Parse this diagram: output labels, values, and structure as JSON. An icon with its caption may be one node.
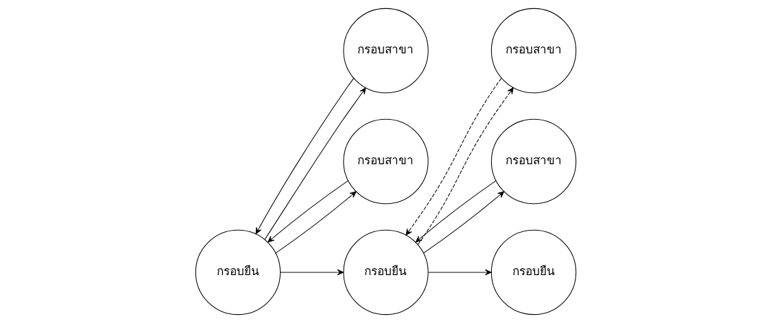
{
  "diagram": {
    "nodes": [
      {
        "text": [
          "กรอบยืน"
        ]
      },
      {
        "text": [
          "กรอบสาขา"
        ]
      },
      {
        "text": [
          "กรอบสาขา"
        ]
      },
      {
        "text": [
          "กรอบยืน"
        ]
      },
      {
        "text": [
          "กรอบสาขา"
        ]
      },
      {
        "text": [
          "กรอบสาขา"
        ]
      },
      {
        "text": [
          "กรอบยืน"
        ]
      }
    ],
    "edges": [
      {
        "from": 0,
        "to": 1,
        "arrow": "to"
      },
      {
        "from": 1,
        "to": 0,
        "arrow": "to"
      },
      {
        "from": 0,
        "to": 3,
        "arrow": "to"
      },
      {
        "from": 0,
        "to": 2,
        "arrow": "to"
      },
      {
        "from": 2,
        "to": 0,
        "arrow": "to"
      },
      {
        "from": 3,
        "to": 4,
        "arrow": "to",
        "style": "dashed"
      },
      {
        "from": 4,
        "to": 3,
        "arrow": "to",
        "style": "dashed"
      },
      {
        "from": 3,
        "to": 6,
        "arrow": "to"
      },
      {
        "from": 3,
        "to": 5,
        "arrow": "to"
      },
      {
        "from": 5,
        "to": 3,
        "arrow": "to"
      }
    ]
  }
}
